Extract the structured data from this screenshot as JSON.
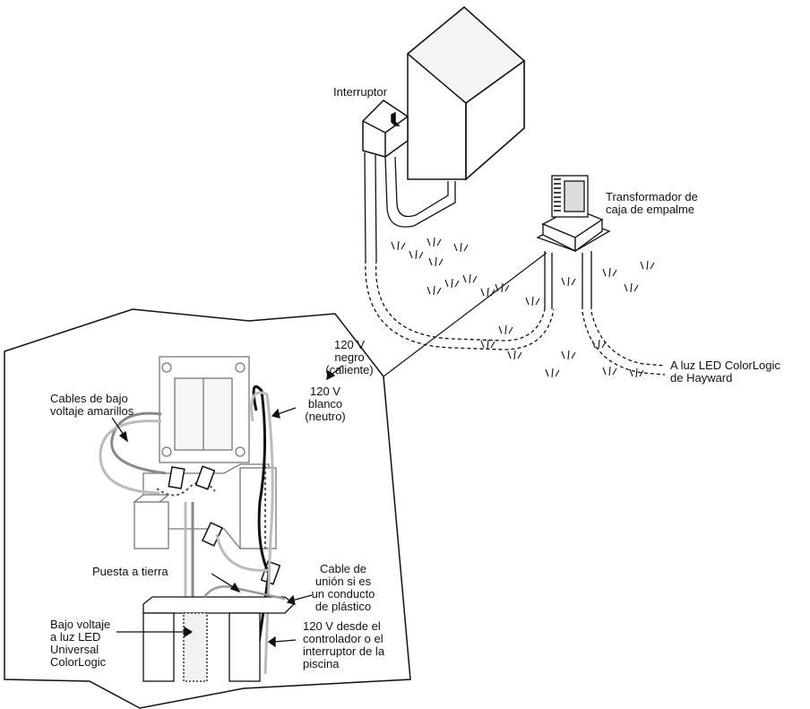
{
  "labels": {
    "switch": "Interruptor",
    "transformer": "Transformador de\ncaja de empalme",
    "to_light": "A luz LED ColorLogic\nde Hayward",
    "hot": "120 V\nnegro\n(caliente)",
    "neutral": "120 V\nblanco\n(neutro)",
    "low_voltage_wires": "Cables de bajo\nvoltaje amarillos",
    "ground": "Puesta a tierra",
    "bonding": "Cable de\nunión si es\nun conducto\nde plástico",
    "low_voltage_to_light": "Bajo voltaje\na luz LED\nUniversal\nColorLogic",
    "from_controller": "120 V desde el\ncontrolador o el\ninterruptor de la\npiscina"
  },
  "colors": {
    "line": "#111111",
    "hot_wire": "#111111",
    "neutral_wire": "#bbbbbb",
    "low_voltage_wire": "#999999",
    "conduit_fill": "#ffffff"
  }
}
